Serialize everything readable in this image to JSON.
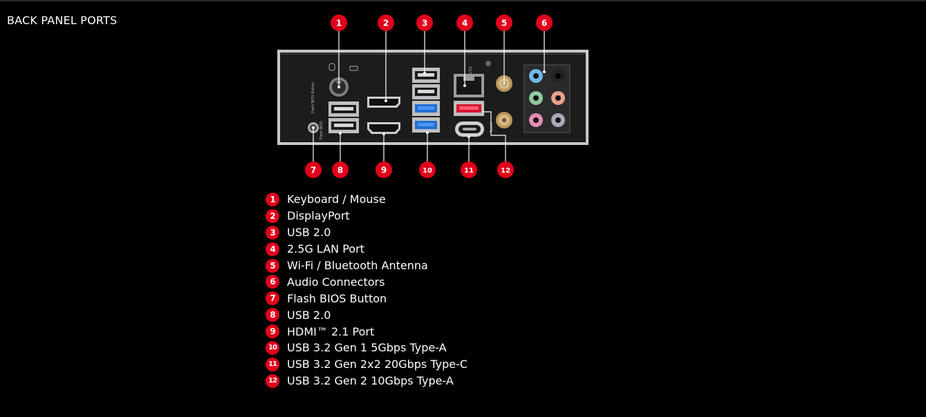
{
  "section_title": "BACK PANEL PORTS",
  "panel": {
    "silkscreen": {
      "flash_bios_button": "Flash BIOS Button",
      "flash_bios": "Flash BIOS",
      "lan": "2.5G",
      "typec": "TypeC"
    }
  },
  "callouts": [
    "1",
    "2",
    "3",
    "4",
    "5",
    "6",
    "7",
    "8",
    "9",
    "10",
    "11",
    "12"
  ],
  "legend": [
    {
      "num": "1",
      "label": "Keyboard / Mouse"
    },
    {
      "num": "2",
      "label": "DisplayPort"
    },
    {
      "num": "3",
      "label": "USB 2.0"
    },
    {
      "num": "4",
      "label": "2.5G LAN Port"
    },
    {
      "num": "5",
      "label": "Wi-Fi / Bluetooth Antenna"
    },
    {
      "num": "6",
      "label": "Audio Connectors"
    },
    {
      "num": "7",
      "label": "Flash BIOS Button"
    },
    {
      "num": "8",
      "label": "USB 2.0"
    },
    {
      "num": "9",
      "label": "HDMI™ 2.1 Port"
    },
    {
      "num": "10",
      "label": "USB 3.2 Gen 1 5Gbps Type-A"
    },
    {
      "num": "11",
      "label": "USB 3.2 Gen 2x2 20Gbps Type-C"
    },
    {
      "num": "12",
      "label": "USB 3.2 Gen 2 10Gbps Type-A"
    }
  ],
  "colors": {
    "background": "#000000",
    "callout_red": "#e1001b",
    "usb3_blue": "#1f6fd6",
    "usb_gen2_red": "#d5152f",
    "audio_blue": "#6fb7e6",
    "audio_green": "#8fc9a0",
    "audio_pink": "#e38fb4",
    "audio_orange": "#e8a08a",
    "audio_gray": "#a9a9b6"
  }
}
